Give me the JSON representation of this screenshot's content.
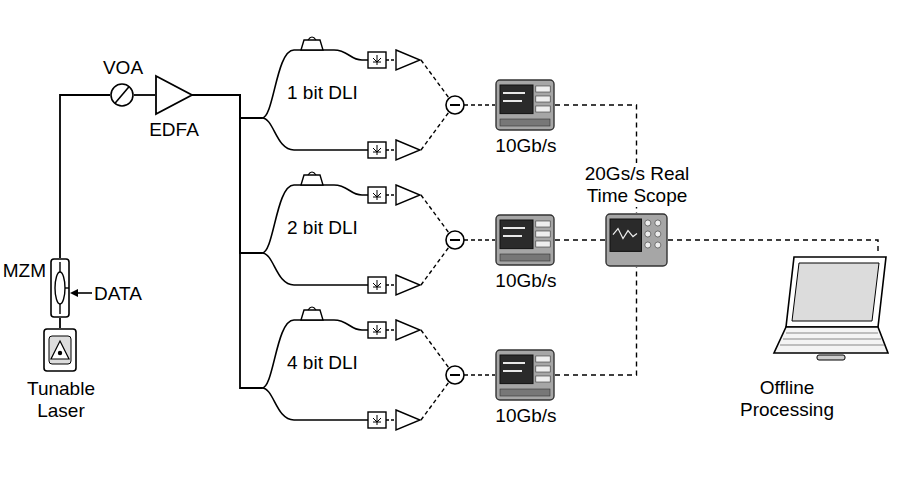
{
  "diagram": {
    "nodes": [
      {
        "text": [
          "Tunable Laser"
        ]
      },
      {
        "text": [
          "MZM"
        ]
      },
      {
        "text": [
          "VOA"
        ]
      },
      {
        "text": [
          "EDFA"
        ]
      },
      {
        "text": [
          "1 bit DLI"
        ]
      },
      {
        "text": [
          "2 bit DLI"
        ]
      },
      {
        "text": [
          "4 bit DLI"
        ]
      },
      {
        "text": [
          "10Gb/s"
        ]
      },
      {
        "text": [
          "10Gb/s"
        ]
      },
      {
        "text": [
          "10Gb/s"
        ]
      },
      {
        "text": [
          "20Gs/s Real Time Scope"
        ]
      },
      {
        "text": [
          "Offline Processing"
        ]
      }
    ],
    "edges": [
      {
        "from": 0,
        "to": 1,
        "arrow": "none"
      },
      {
        "from": 1,
        "to": 2,
        "arrow": "none"
      },
      {
        "from": 2,
        "to": 3,
        "arrow": "none"
      },
      {
        "from": 3,
        "to": 4,
        "arrow": "none"
      },
      {
        "from": 3,
        "to": 5,
        "arrow": "none"
      },
      {
        "from": 3,
        "to": 6,
        "arrow": "none"
      },
      {
        "from": 7,
        "to": 10,
        "arrow": "none"
      },
      {
        "from": 8,
        "to": 10,
        "arrow": "none"
      },
      {
        "from": 9,
        "to": 10,
        "arrow": "none"
      },
      {
        "from": 10,
        "to": 11,
        "arrow": "none"
      }
    ],
    "labels": [
      "DATA"
    ]
  }
}
